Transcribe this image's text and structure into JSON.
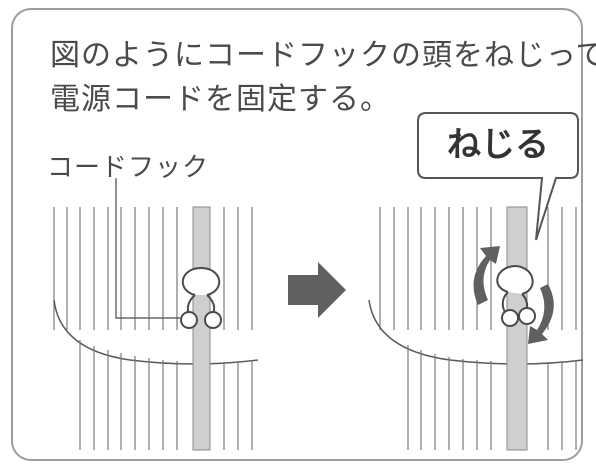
{
  "instruction": {
    "line1": "図のようにコードフックの頭をねじって",
    "line2": "電源コードを固定する。"
  },
  "label": "コードフック",
  "callout": "ねじる",
  "colors": {
    "border": "#9d9d9d",
    "text": "#4a4a4a",
    "cord": "#cfcfcf",
    "arrow": "#606060"
  },
  "icons": [
    "cord-hook-icon",
    "right-arrow-icon",
    "twist-arrow-icon"
  ]
}
